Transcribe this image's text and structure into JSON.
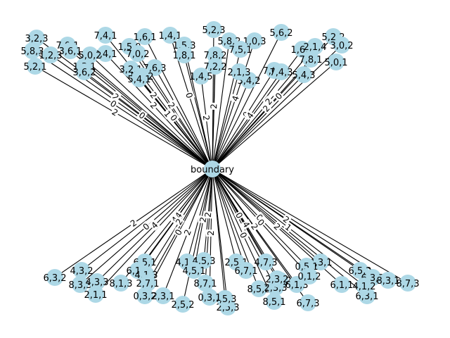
{
  "hub": {
    "label": "boundary"
  },
  "top_nodes": [
    "3,2,3",
    "7,0,1",
    "5,8,3",
    "3,6,1",
    "5,2,1",
    "1,2,3",
    "7,4,1",
    "1,6,1",
    "1,4,1",
    "5,2,3",
    "5,8,2",
    "1,0,3",
    "5,6,2",
    "5,2,2",
    "1,5,0",
    "2,4,1",
    "1,5,3",
    "7,0,2",
    "1,8,1",
    "7,6,3",
    "3,2,1",
    "1,3,1",
    "7,8,2",
    "7,2,2",
    "5,4,2",
    "5,4,1",
    "1,4,5",
    "3,4,2",
    "7,6,5",
    "1,6,2",
    "5,0,2",
    "7,8,1",
    "2,1,3",
    "7,4,3",
    "5,4,3",
    "3,6,2",
    "7,5,1",
    "2,1,4",
    "3,0,2",
    "5,0,1"
  ],
  "bottom_nodes": [
    "6,3,2",
    "4,3,2",
    "8,3,3",
    "2,1,1",
    "6,5,1",
    "4,1,1",
    "4,5,3",
    "2,5,1",
    "4,7,3",
    "4,3,1",
    "6,5,2",
    "6,3,3",
    "6,1,2",
    "8,1,3",
    "0,3,2",
    "2,5,2",
    "4,1,3",
    "6,7,1",
    "2,1,2",
    "8,5,2",
    "0,5,1",
    "2,5,3",
    "8,5,1",
    "6,7,3",
    "6,1,3",
    "0,5,3",
    "2,3,1",
    "6,3,1",
    "4,3,3",
    "8,7,1",
    "0,1,2",
    "2,7,1",
    "4,5,1",
    "2,3,3",
    "6,1,1",
    "8,3,1",
    "4,1,2",
    "2,3,2",
    "0,3,1",
    "8,7,3"
  ],
  "top_edge_labels": [
    "2",
    "0",
    "2",
    "2",
    "0",
    "4",
    "0",
    "2",
    "2",
    "1",
    "2",
    "0",
    "2",
    "0",
    "2",
    "4",
    "0",
    "2"
  ],
  "bottom_edge_labels": [
    "2",
    "0",
    "4",
    "2",
    "0",
    "2",
    "4",
    "0",
    "2",
    "4",
    "0",
    "0",
    "2",
    "2",
    "4",
    "0",
    "2",
    "2",
    "1",
    "2"
  ]
}
